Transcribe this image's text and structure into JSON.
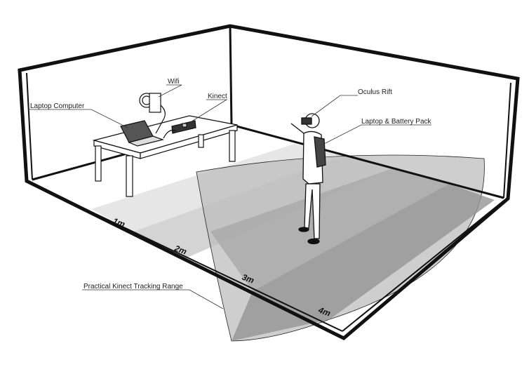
{
  "labels": {
    "wifi": "Wifi",
    "kinect": "Kinect",
    "laptop_computer": "Laptop Computer",
    "oculus_rift": "Oculus Rift",
    "laptop_battery_pack": "Laptop & Battery Pack",
    "tracking_range": "Practical Kinect Tracking Range"
  },
  "distance_markers": [
    "1m",
    "2m",
    "3m",
    "4m"
  ],
  "colors": {
    "band_light": "#e6e6e6",
    "band_mid": "#c8c8c8",
    "band_dark": "#a9a9a9",
    "band_darkest": "#959595",
    "outline": "#111111"
  }
}
